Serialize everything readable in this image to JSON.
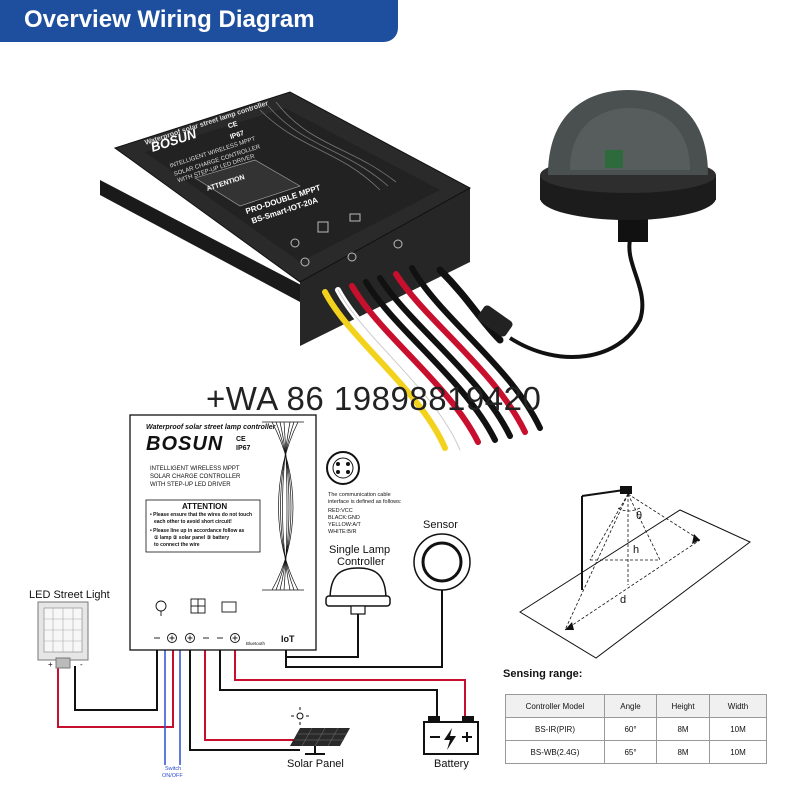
{
  "header": {
    "title": "Overview Wiring Diagram"
  },
  "watermark": "+WA 86  19898819420",
  "product": {
    "brand": "BOSUN",
    "waterproof": "Waterproof solar street lamp controller",
    "cert": "CE",
    "ip": "IP67",
    "desc_line1": "INTELLIGENT WIRELESS MPPT",
    "desc_line2": "SOLAR CHARGE CONTROLLER",
    "desc_line3": "WITH STEP-UP LED DRIVER",
    "attention": "ATTENTION",
    "attention_line1": "• Please ensure that the wires do not touch",
    "attention_line2": "each other to avoid short circuit!",
    "attention_line3": "• Please line up in accordance follow as",
    "attention_line4": "① lamp ② solar panel ③ battery",
    "attention_line5": "to connect the wire",
    "model_line1": "PRO-DOUBLE MPPT",
    "model_line2": "BS-Smart-IOT-20A"
  },
  "diagram": {
    "cable_note_1": "The communication cable",
    "cable_note_2": "interface is defined as follows:",
    "cable_red": "RED:VCC",
    "cable_black": "BLACK:GND",
    "cable_yellow": "YELLOW:A/T",
    "cable_white": "WHITE:B/R",
    "sensor": "Sensor",
    "single_lamp_1": "Single Lamp",
    "single_lamp_2": "Controller",
    "led_street_light": "LED Street Light",
    "solar_panel": "Solar Panel",
    "battery": "Battery",
    "switch_1": "Switch",
    "switch_2": "ON/OFF",
    "bluetooth": "Bluetooth",
    "iot": "IoT",
    "theta": "θ",
    "h": "h",
    "d": "d"
  },
  "sensing": {
    "title": "Sensing range:",
    "headers": [
      "Controller Model",
      "Angle",
      "Height",
      "Width"
    ],
    "rows": [
      [
        "BS-IR(PIR)",
        "60°",
        "8M",
        "10M"
      ],
      [
        "BS-WB(2.4G)",
        "65°",
        "8M",
        "10M"
      ]
    ]
  },
  "colors": {
    "banner": "#1d4f9e",
    "wire_red": "#c8102e",
    "wire_blue": "#2b4fd1",
    "wire_black": "#111111",
    "wire_yellow": "#f3d21d"
  }
}
